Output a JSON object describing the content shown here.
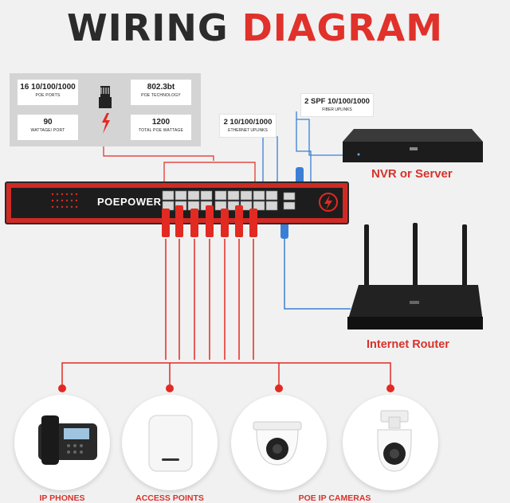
{
  "title": {
    "part1": "WIRING",
    "part2": "DIAGRAM"
  },
  "specs": [
    {
      "value": "16 10/100/1000",
      "label": "POE PORTS"
    },
    {
      "value": "802.3bt",
      "label": "POE TECHNOLOGY"
    },
    {
      "value": "90",
      "label": "WATTAGE/ PORT"
    },
    {
      "value": "1200",
      "label": "TOTAL POE WATTAGE"
    }
  ],
  "uplinks": {
    "ethernet": {
      "value": "2 10/100/1000",
      "label": "ETHERNET UPLINKS"
    },
    "fiber": {
      "value": "2 SPF 10/100/1000",
      "label": "FIBER UPLINKS"
    }
  },
  "switch": {
    "brand": "POEPOWER"
  },
  "devices": {
    "nvr": "NVR or Server",
    "router": "Internet Router",
    "phones": "IP PHONES",
    "access_points": "ACCESS POINTS",
    "cameras": "POE IP CAMERAS"
  },
  "colors": {
    "accent": "#e0312b",
    "dark": "#2b2b2b",
    "fiber": "#3a7fd5",
    "cable": "#e22a22"
  }
}
